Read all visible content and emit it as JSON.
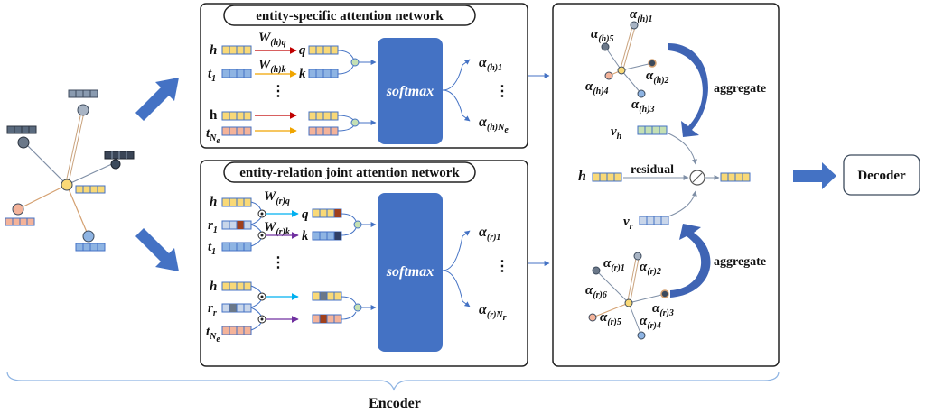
{
  "encoder_label": "Encoder",
  "decoder_label": "Decoder",
  "entity_specific": {
    "title": "entity-specific attention network",
    "softmax": "softmax",
    "inputs": {
      "h": "h",
      "t1": "t",
      "t1_sub": "1",
      "h2": "h",
      "tne": "t",
      "tne_sub": "N",
      "tne_subsub": "e"
    },
    "weights": {
      "wq": "W",
      "wq_sub": "(h)q",
      "wk": "W",
      "wk_sub": "(h)k"
    },
    "qk": {
      "q": "q",
      "k": "k"
    },
    "dots": "⋮",
    "outputs": {
      "a1": "α",
      "a1_sub": "(h)1",
      "an": "α",
      "an_sub": "(h)N",
      "an_subsub": "e"
    }
  },
  "entity_relation": {
    "title": "entity-relation joint attention network",
    "softmax": "softmax",
    "inputs": {
      "h": "h",
      "r1": "r",
      "r1_sub": "1",
      "t1": "t",
      "t1_sub": "1",
      "h2": "h",
      "rr": "r",
      "rr_sub": "r",
      "tne": "t",
      "tne_sub": "N",
      "tne_subsub": "e"
    },
    "weights": {
      "wq": "W",
      "wq_sub": "(r)q",
      "wk": "W",
      "wk_sub": "(r)k"
    },
    "qk": {
      "q": "q",
      "k": "k"
    },
    "dots": "⋮",
    "outputs": {
      "a1": "α",
      "a1_sub": "(r)1",
      "an": "α",
      "an_sub": "(r)N",
      "an_subsub": "r"
    }
  },
  "aggregation": {
    "top_alphas": [
      {
        "sym": "α",
        "sub": "(h)1"
      },
      {
        "sym": "α",
        "sub": "(h)5"
      },
      {
        "sym": "α",
        "sub": "(h)2"
      },
      {
        "sym": "α",
        "sub": "(h)4"
      },
      {
        "sym": "α",
        "sub": "(h)3"
      }
    ],
    "bottom_alphas": [
      {
        "sym": "α",
        "sub": "(r)1"
      },
      {
        "sym": "α",
        "sub": "(r)2"
      },
      {
        "sym": "α",
        "sub": "(r)6"
      },
      {
        "sym": "α",
        "sub": "(r)3"
      },
      {
        "sym": "α",
        "sub": "(r)5"
      },
      {
        "sym": "α",
        "sub": "(r)4"
      }
    ],
    "aggregate_top": "aggregate",
    "aggregate_bottom": "aggregate",
    "vh": "v",
    "vh_sub": "h",
    "vr": "v",
    "vr_sub": "r",
    "h": "h",
    "residual": "residual"
  },
  "colors": {
    "yellow": "#f9d977",
    "blue": "#8eb4e3",
    "pink": "#f4b39a",
    "green": "#c5e0b4",
    "dark": "#3c4a5c",
    "softmax": "#4472c4",
    "arrow_blue": "#4472c4",
    "red": "#c00000",
    "orange": "#f0a500",
    "cyan": "#00b0f0",
    "purple": "#7030a0"
  }
}
